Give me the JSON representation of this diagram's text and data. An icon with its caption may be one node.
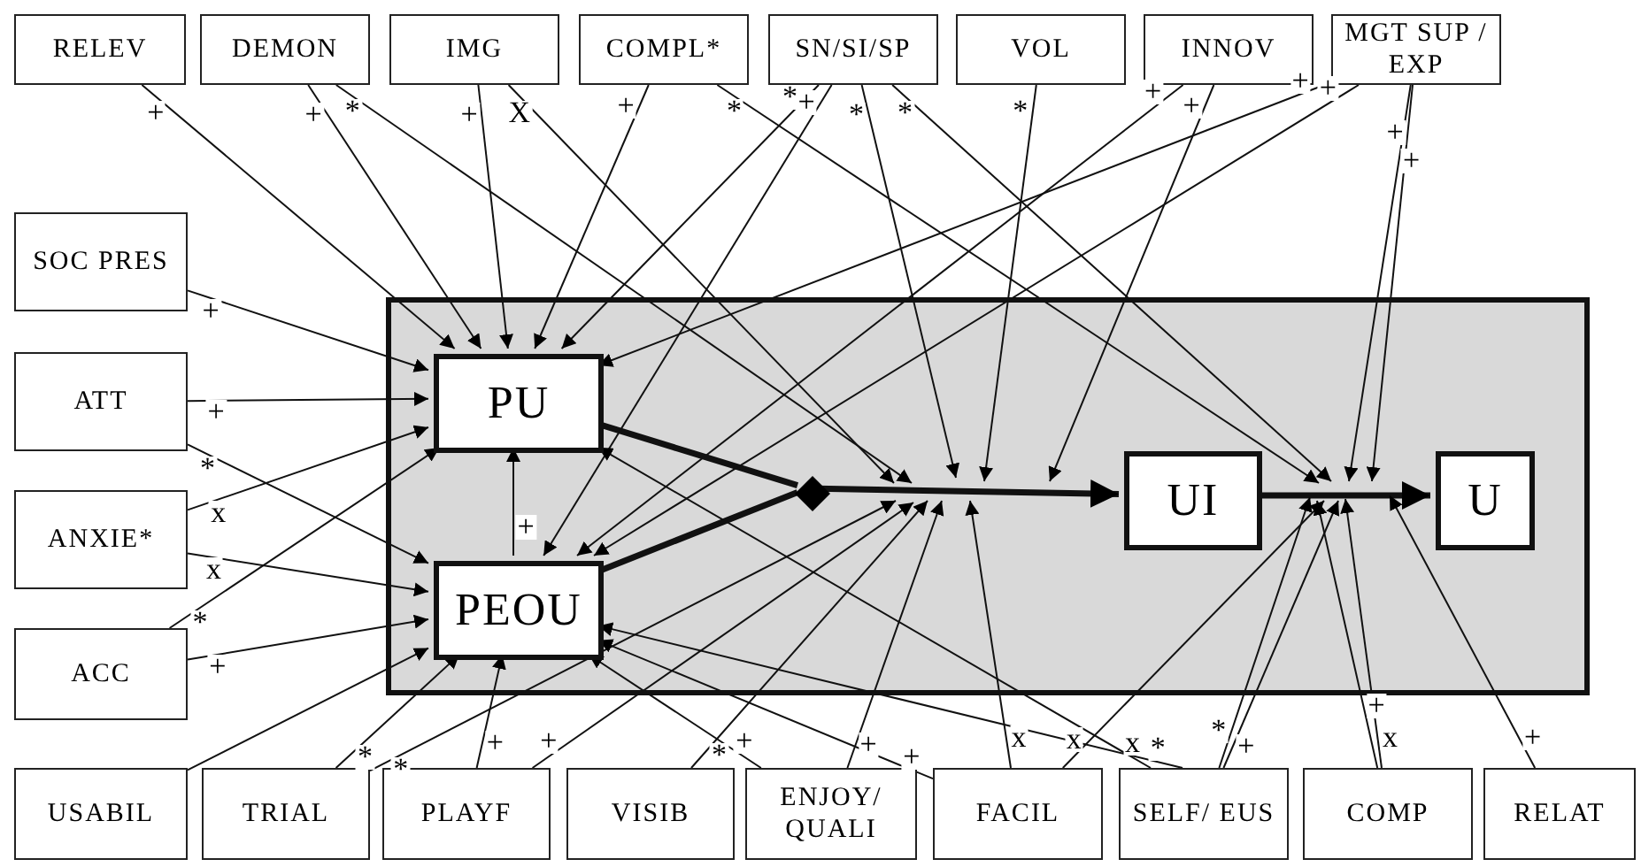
{
  "diagram": {
    "nodes": [
      {
        "text": [
          "RELEV"
        ]
      },
      {
        "text": [
          "DEMON"
        ]
      },
      {
        "text": [
          "IMG"
        ]
      },
      {
        "text": [
          "COMPL*"
        ]
      },
      {
        "text": [
          "SN/SI/SP"
        ]
      },
      {
        "text": [
          "VOL"
        ]
      },
      {
        "text": [
          "INNOV"
        ]
      },
      {
        "text": [
          "MGT SUP / EXP"
        ]
      },
      {
        "text": [
          "SOC PRES"
        ]
      },
      {
        "text": [
          "ATT"
        ]
      },
      {
        "text": [
          "ANXIE*"
        ]
      },
      {
        "text": [
          "ACC"
        ]
      },
      {
        "text": [
          "USABIL"
        ]
      },
      {
        "text": [
          "TRIAL"
        ]
      },
      {
        "text": [
          "PLAYF"
        ]
      },
      {
        "text": [
          "VISIB"
        ]
      },
      {
        "text": [
          "ENJOY/ QUALI"
        ]
      },
      {
        "text": [
          "FACIL"
        ]
      },
      {
        "text": [
          "SELF/ EUS"
        ]
      },
      {
        "text": [
          "COMP"
        ]
      },
      {
        "text": [
          "RELAT"
        ]
      },
      {
        "text": [],
        "shape": "box"
      },
      {
        "text": [
          "PU"
        ],
        "in": 21
      },
      {
        "text": [
          "PEOU"
        ],
        "in": 21
      },
      {
        "text": [],
        "shape": "diamond",
        "in": 21
      },
      {
        "text": [
          "UI"
        ],
        "in": 21
      },
      {
        "text": [
          "U"
        ],
        "in": 21
      }
    ],
    "edges": [
      {
        "from": 23,
        "to": 22,
        "arrow": "to",
        "label": "+"
      },
      {
        "from": 22,
        "to": 24,
        "arrow": "none",
        "style": "thick"
      },
      {
        "from": 23,
        "to": 24,
        "arrow": "none",
        "style": "thick"
      },
      {
        "from": 24,
        "to": 25,
        "arrow": "to",
        "style": "thick"
      },
      {
        "from": 25,
        "to": 26,
        "arrow": "to",
        "style": "thick"
      },
      {
        "from": 0,
        "to": 22,
        "arrow": "to",
        "label": "+"
      },
      {
        "from": 1,
        "to": 22,
        "arrow": "to",
        "label": "+"
      },
      {
        "from": 1,
        "to": null,
        "arrow": "to",
        "label": "*"
      },
      {
        "from": 2,
        "to": 22,
        "arrow": "to",
        "label": "+"
      },
      {
        "from": 2,
        "to": null,
        "arrow": "to",
        "label": "X"
      },
      {
        "from": 3,
        "to": 22,
        "arrow": "to",
        "label": "+"
      },
      {
        "from": 3,
        "to": null,
        "arrow": "to",
        "label": "*"
      },
      {
        "from": 4,
        "to": 22,
        "arrow": "to",
        "label": "*"
      },
      {
        "from": 4,
        "to": 23,
        "arrow": "to",
        "label": "+"
      },
      {
        "from": 4,
        "to": null,
        "arrow": "to",
        "label": "*"
      },
      {
        "from": 4,
        "to": null,
        "arrow": "to",
        "label": "*"
      },
      {
        "from": 5,
        "to": null,
        "arrow": "to",
        "label": "*"
      },
      {
        "from": 6,
        "to": 23,
        "arrow": "to",
        "label": "+"
      },
      {
        "from": 6,
        "to": null,
        "arrow": "to",
        "label": "+"
      },
      {
        "from": 7,
        "to": 22,
        "arrow": "to",
        "label": "+"
      },
      {
        "from": 7,
        "to": 23,
        "arrow": "to",
        "label": "+"
      },
      {
        "from": 7,
        "to": null,
        "arrow": "to",
        "label": "+"
      },
      {
        "from": 7,
        "to": null,
        "arrow": "to",
        "label": "+"
      },
      {
        "from": 8,
        "to": 22,
        "arrow": "to",
        "label": "+"
      },
      {
        "from": 9,
        "to": 22,
        "arrow": "to",
        "label": "+"
      },
      {
        "from": 9,
        "to": 23,
        "arrow": "to",
        "label": "*"
      },
      {
        "from": 10,
        "to": 22,
        "arrow": "to",
        "label": "x"
      },
      {
        "from": 10,
        "to": 23,
        "arrow": "to",
        "label": "x"
      },
      {
        "from": 11,
        "to": 22,
        "arrow": "to",
        "label": "*"
      },
      {
        "from": 11,
        "to": 23,
        "arrow": "to",
        "label": "+"
      },
      {
        "from": 12,
        "to": 23,
        "arrow": "to"
      },
      {
        "from": 13,
        "to": 23,
        "arrow": "to",
        "label": "*"
      },
      {
        "from": 13,
        "to": null,
        "arrow": "to",
        "label": "*"
      },
      {
        "from": 14,
        "to": null,
        "arrow": "to",
        "label": "+"
      },
      {
        "from": 14,
        "to": 23,
        "arrow": "to",
        "label": "+"
      },
      {
        "from": 15,
        "to": null,
        "arrow": "to",
        "label": "*"
      },
      {
        "from": 16,
        "to": 23,
        "arrow": "to",
        "label": "+"
      },
      {
        "from": 16,
        "to": null,
        "arrow": "to",
        "label": "+"
      },
      {
        "from": 17,
        "to": 23,
        "arrow": "to",
        "label": "+"
      },
      {
        "from": 17,
        "to": null,
        "arrow": "to",
        "label": "x"
      },
      {
        "from": 17,
        "to": null,
        "arrow": "to",
        "label": "x"
      },
      {
        "from": 18,
        "to": 22,
        "arrow": "to",
        "label": "x"
      },
      {
        "from": 18,
        "to": 23,
        "arrow": "to",
        "label": "*"
      },
      {
        "from": 18,
        "to": null,
        "arrow": "to",
        "label": "*"
      },
      {
        "from": 18,
        "to": null,
        "arrow": "to",
        "label": "+"
      },
      {
        "from": 19,
        "to": null,
        "arrow": "to",
        "label": "+"
      },
      {
        "from": 19,
        "to": null,
        "arrow": "to",
        "label": "x"
      },
      {
        "from": 20,
        "to": null,
        "arrow": "to",
        "label": "+"
      }
    ]
  }
}
